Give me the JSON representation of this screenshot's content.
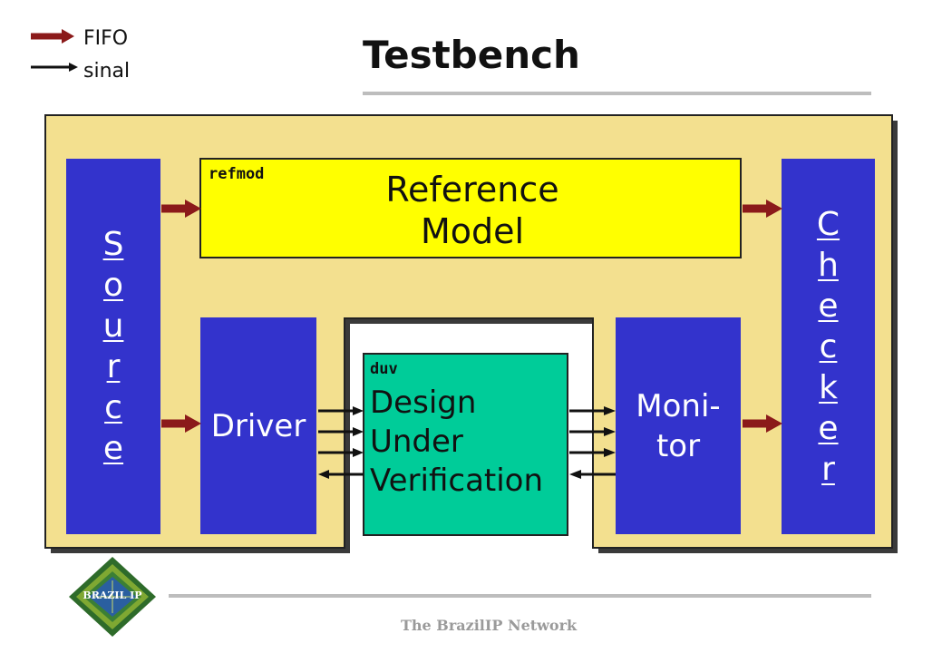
{
  "title": "Testbench",
  "legend": {
    "fifo_label": "FIFO",
    "signal_label": "sinal"
  },
  "blocks": {
    "source_letters": [
      "S",
      "o",
      "u",
      "r",
      "c",
      "e"
    ],
    "checker_letters": [
      "C",
      "h",
      "e",
      "c",
      "k",
      "e",
      "r"
    ],
    "refmod": {
      "tag": "refmod",
      "title_lines": [
        "Reference",
        "Model"
      ]
    },
    "driver": "Driver",
    "monitor_lines": [
      "Moni-",
      "tor"
    ],
    "duv": {
      "tag": "duv",
      "title_lines": [
        "Design",
        "Under",
        "Verification"
      ]
    }
  },
  "footer": {
    "text": "The BrazilIP Network",
    "logo_text": "BRAZIL IP"
  },
  "colors": {
    "testbench_bg": "#f3e08f",
    "block_blue": "#3333cc",
    "refmod_yellow": "#ffff00",
    "duv_green": "#00cc99",
    "fifo_arrow": "#8b1a1a",
    "signal_arrow": "#111111"
  }
}
